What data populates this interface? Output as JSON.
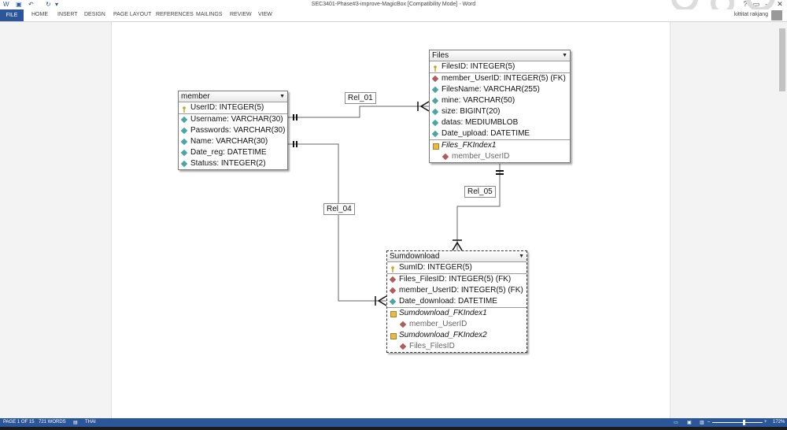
{
  "window": {
    "title": "SEC3401-Phase#3-improve-MagicBox [Compatibility Mode] - Word",
    "controls": [
      "?",
      "▭",
      "–",
      "▢",
      "✕"
    ],
    "user_name": "kittitat rakjang"
  },
  "ribbon": {
    "file_tab": "FILE",
    "tabs": [
      "HOME",
      "INSERT",
      "DESIGN",
      "PAGE LAYOUT",
      "REFERENCES",
      "MAILINGS",
      "REVIEW",
      "VIEW"
    ]
  },
  "status": {
    "page": "PAGE 1 OF 15",
    "words": "721 WORDS",
    "language": "THAI",
    "zoom": "172%",
    "zoom_minus": "–",
    "zoom_plus": "+"
  },
  "diagram": {
    "entities": {
      "member": {
        "name": "member",
        "columns": [
          {
            "text": "UserID: INTEGER(5)",
            "icon": "key-icon"
          },
          {
            "text": "Username: VARCHAR(30)",
            "icon": "attribute-icon"
          },
          {
            "text": "Passwords: VARCHAR(30)",
            "icon": "attribute-icon"
          },
          {
            "text": "Name: VARCHAR(30)",
            "icon": "attribute-icon"
          },
          {
            "text": "Date_reg: DATETIME",
            "icon": "attribute-icon"
          },
          {
            "text": "Statuss: INTEGER(2)",
            "icon": "attribute-icon"
          }
        ]
      },
      "files": {
        "name": "Files",
        "columns": [
          {
            "text": "FilesID: INTEGER(5)",
            "icon": "key-icon"
          },
          {
            "text": "member_UserID: INTEGER(5) (FK)",
            "icon": "foreign-key-icon"
          },
          {
            "text": "FilesName: VARCHAR(255)",
            "icon": "attribute-icon"
          },
          {
            "text": "mine: VARCHAR(50)",
            "icon": "attribute-icon"
          },
          {
            "text": "size: BIGINT(20)",
            "icon": "attribute-icon"
          },
          {
            "text": "datas: MEDIUMBLOB",
            "icon": "attribute-icon"
          },
          {
            "text": "Date_upload: DATETIME",
            "icon": "attribute-icon"
          }
        ],
        "index_name": "Files_FKIndex1",
        "index_column": "member_UserID"
      },
      "sumdownload": {
        "name": "Sumdownload",
        "columns": [
          {
            "text": "SumID: INTEGER(5)",
            "icon": "key-icon"
          },
          {
            "text": "Files_FilesID: INTEGER(5) (FK)",
            "icon": "foreign-key-icon"
          },
          {
            "text": "member_UserID: INTEGER(5) (FK)",
            "icon": "foreign-key-icon"
          },
          {
            "text": "Date_download: DATETIME",
            "icon": "attribute-icon"
          }
        ],
        "index1_name": "Sumdownload_FKIndex1",
        "index1_column": "member_UserID",
        "index2_name": "Sumdownload_FKIndex2",
        "index2_column": "Files_FilesID"
      }
    },
    "relations": {
      "rel_01": "Rel_01",
      "rel_04": "Rel_04",
      "rel_05": "Rel_05"
    }
  }
}
